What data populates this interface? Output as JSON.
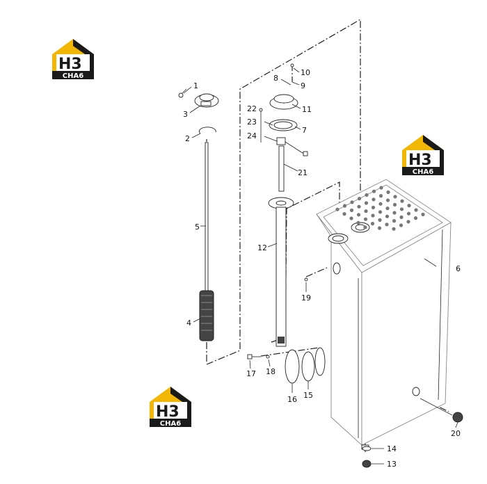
{
  "logos": [
    {
      "id": "logo-top-left",
      "letters": "H3",
      "caption": "CHA6"
    },
    {
      "id": "logo-right",
      "letters": "H3",
      "caption": "CHA6"
    },
    {
      "id": "logo-bottom-left",
      "letters": "H3",
      "caption": "CHA6"
    }
  ],
  "callouts": [
    "1",
    "2",
    "3",
    "4",
    "5",
    "6",
    "7",
    "8",
    "9",
    "10",
    "11",
    "12",
    "13",
    "14",
    "15",
    "16",
    "17",
    "18",
    "19",
    "20",
    "21",
    "22",
    "23",
    "24"
  ],
  "colors": {
    "logo_yellow": "#f2b705",
    "logo_black": "#1a1a1a",
    "line": "#222222",
    "tank_line": "#8a8a8a"
  }
}
